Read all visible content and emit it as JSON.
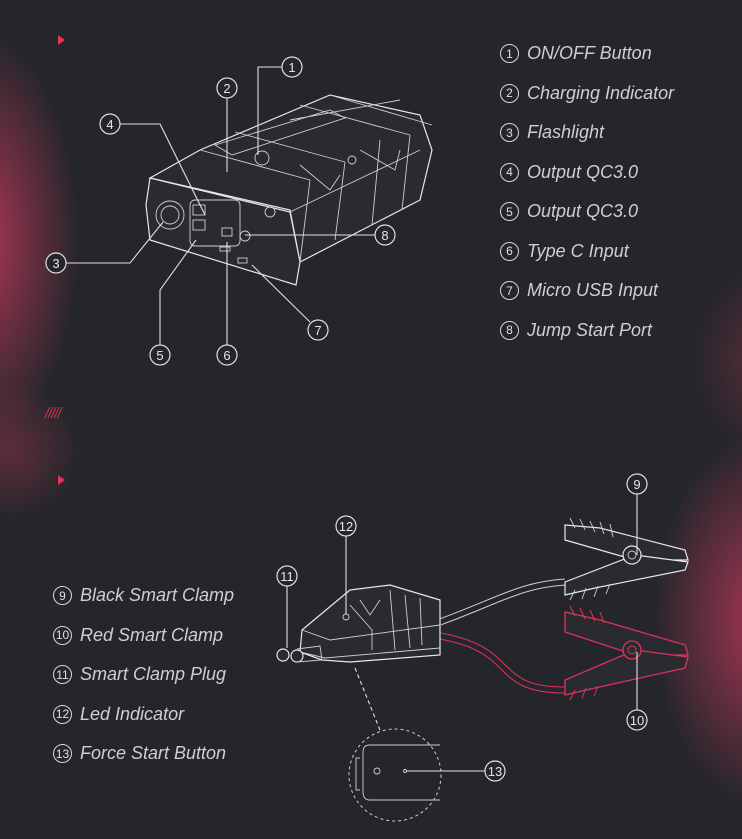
{
  "top_section": {
    "legend": [
      {
        "num": "1",
        "label": "ON/OFF Button"
      },
      {
        "num": "2",
        "label": "Charging Indicator"
      },
      {
        "num": "3",
        "label": "Flashlight"
      },
      {
        "num": "4",
        "label": "Output QC3.0"
      },
      {
        "num": "5",
        "label": "Output QC3.0"
      },
      {
        "num": "6",
        "label": "Type C Input"
      },
      {
        "num": "7",
        "label": "Micro USB Input"
      },
      {
        "num": "8",
        "label": "Jump Start Port"
      }
    ]
  },
  "divider": "/////",
  "bottom_section": {
    "legend": [
      {
        "num": "9",
        "label": "Black Smart Clamp"
      },
      {
        "num": "10",
        "label": "Red Smart Clamp"
      },
      {
        "num": "11",
        "label": "Smart Clamp Plug"
      },
      {
        "num": "12",
        "label": "Led Indicator"
      },
      {
        "num": "13",
        "label": "Force Start Button"
      }
    ]
  },
  "colors": {
    "background": "#25262b",
    "accent": "#e8315a",
    "red_clamp": "#e0325a"
  }
}
